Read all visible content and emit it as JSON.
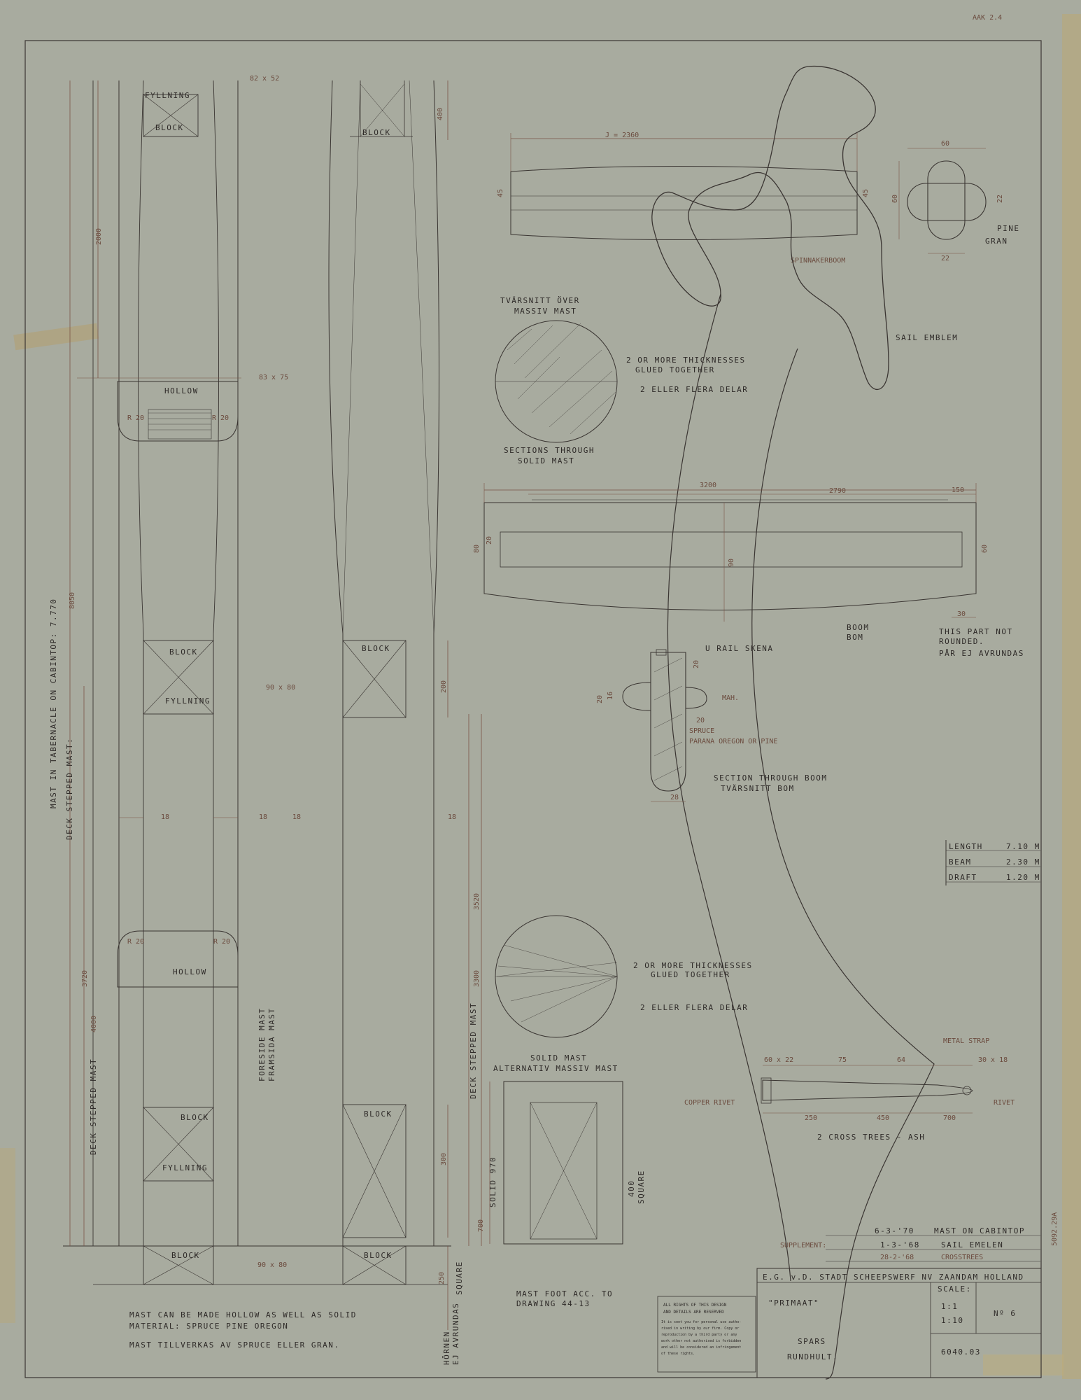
{
  "drawing": {
    "corner_ref": "AAK 2.4",
    "top_dim": "82 x 52",
    "mast_labels": {
      "tabernacle": "MAST IN TABERNACLE ON CABINTOP: 7.770",
      "deck_stepped_vertical": "DECK STEPPED MAST:",
      "len_8050": "8050",
      "len_2000": "2000",
      "len_3720": "3720",
      "len_4000": "4000",
      "deck_stepped_mast_left": "DECK STEPPED MAST",
      "deck_stepped_mast_right": "DECK STEPPED MAST",
      "len_3520": "3520",
      "len_3300": "3300",
      "dim_83x75": "83 x 75",
      "dim_90x80_mid": "90 x 80",
      "dim_90x80_bottom": "90 x 80",
      "dim_400": "400",
      "dim_200": "200",
      "dim_300": "300",
      "dim_700": "700",
      "dim_250": "250",
      "dim_18a": "18",
      "dim_18b": "18",
      "dim_18c": "18",
      "dim_18d": "18",
      "r1": "R 20",
      "r2": "R 20",
      "r3": "R 20",
      "r4": "R 20",
      "fyllning_top": "FYLLNING",
      "block_top": "BLOCK",
      "hollow_top": "HOLLOW",
      "block_mid": "BLOCK",
      "fyllning_mid": "FYLLNING",
      "hollow_low": "HOLLOW",
      "block_low": "BLOCK",
      "fyllning_low": "FYLLNING",
      "block_bottom": "BLOCK",
      "r_block_top": "BLOCK",
      "r_block_mid": "BLOCK",
      "r_block_low": "BLOCK",
      "r_block_bottom": "BLOCK",
      "foreside": "FORESIDE MAST",
      "framsida": "FRAMSIDA MAST",
      "horn1": "HÖRNEN",
      "horn2": "EJ AVRUNDAS",
      "horn3": "SQUARE"
    },
    "spinnaker": {
      "label": "SPINNAKERBOOM",
      "dim_j": "J = 2360",
      "dim_45a": "45",
      "dim_45b": "45"
    },
    "tube_section": {
      "dim_60a": "60",
      "dim_60b": "60",
      "dim_22a": "22",
      "dim_22b": "22",
      "pine": "PINE",
      "gran": "GRAN"
    },
    "solid_section_top": {
      "title1": "TVÄRSNITT ÖVER",
      "title2": "MASSIV MAST",
      "note1": "2 OR MORE THICKNESSES",
      "note2": "GLUED TOGETHER",
      "note3": "2 ELLER FLERA DELAR",
      "caption1": "SECTIONS THROUGH",
      "caption2": "SOLID MAST"
    },
    "sail_emblem": "SAIL EMBLEM",
    "boom": {
      "len_3200": "3200",
      "len_2790": "2790",
      "len_150": "150",
      "dim_80": "80",
      "dim_60": "60",
      "dim_90": "90",
      "dim_30": "30",
      "dim_20": "20",
      "label": "BOOM",
      "label_sv": "BOM",
      "note1": "THIS PART NOT",
      "note2": "ROUNDED.",
      "note3": "PÅR EJ AVRUNDAS"
    },
    "boom_section": {
      "top": "U RAIL  SKENA",
      "mah": "MAH.",
      "dim_20a": "20",
      "dim_16": "16",
      "dim_20b": "20",
      "dim_20c": "20",
      "spruce": "SPRUCE",
      "oregon": "PARANA OREGON OR PINE",
      "dim_28": "28",
      "caption1": "SECTION THROUGH BOOM",
      "caption2": "TVÄRSNITT BOM"
    },
    "specs": [
      {
        "k": "LENGTH",
        "v": "7.10 M"
      },
      {
        "k": "BEAM",
        "v": "2.30 M"
      },
      {
        "k": "DRAFT",
        "v": "1.20 M"
      }
    ],
    "solid_section_low": {
      "note1": "2 OR MORE THICKNESSES",
      "note2": "GLUED TOGETHER",
      "note3": "2 ELLER FLERA DELAR",
      "cap1": "SOLID MAST",
      "cap2": "ALTERNATIV MASSIV MAST",
      "solid_970": "SOLID 970",
      "sq1": "400",
      "sq2": "SQUARE"
    },
    "crosstrees": {
      "metal": "METAL STRAP",
      "d60x22": "60 x 22",
      "d75": "75",
      "d64": "64",
      "d30x18": "30 x 18",
      "copper": "COPPER RIVET",
      "rivet": "RIVET",
      "d250": "250",
      "d450": "450",
      "d700": "700",
      "caption": "2 CROSS TREES - ASH"
    },
    "notes": {
      "n1": "MAST CAN BE MADE HOLLOW AS WELL AS SOLID",
      "n2": "MATERIAL: SPRUCE   PINE   OREGON",
      "n3": "MAST TILLVERKAS AV SPRUCE ELLER GRAN.",
      "mastfoot1": "MAST FOOT ACC. TO",
      "mastfoot2": "DRAWING 44-13"
    },
    "rights": [
      "ALL RIGHTS OF THIS DESIGN",
      "AND DETAILS ARE RESERVED",
      "It is sent you for personal use autho-",
      "rised in writing by our firm. Copy or",
      "reproduction by a third party or any",
      "work other not authorised is forbidden",
      "and will be considered an infringement",
      "of these rights."
    ],
    "revisions": [
      {
        "date": "6-3-'70",
        "text": "MAST ON CABINTOP"
      },
      {
        "date": "1-3-'68",
        "text": "SAIL EMELEN"
      },
      {
        "date": "28-2-'68",
        "text": "CROSSTREES"
      }
    ],
    "supplement": "SUPPLEMENT:",
    "title_block": {
      "firm": "E.G. v.D. STADT SCHEEPSWERF NV ZAANDAM HOLLAND",
      "boat": "\"PRIMAAT\"",
      "scale_label": "SCALE:",
      "scale1": "1:1",
      "scale2": "1:10",
      "number": "Nº 6",
      "spars": "SPARS",
      "rundhult": "RUNDHULT.",
      "drawing_no": "6040.03"
    },
    "side_stamp": "5092.29A"
  }
}
